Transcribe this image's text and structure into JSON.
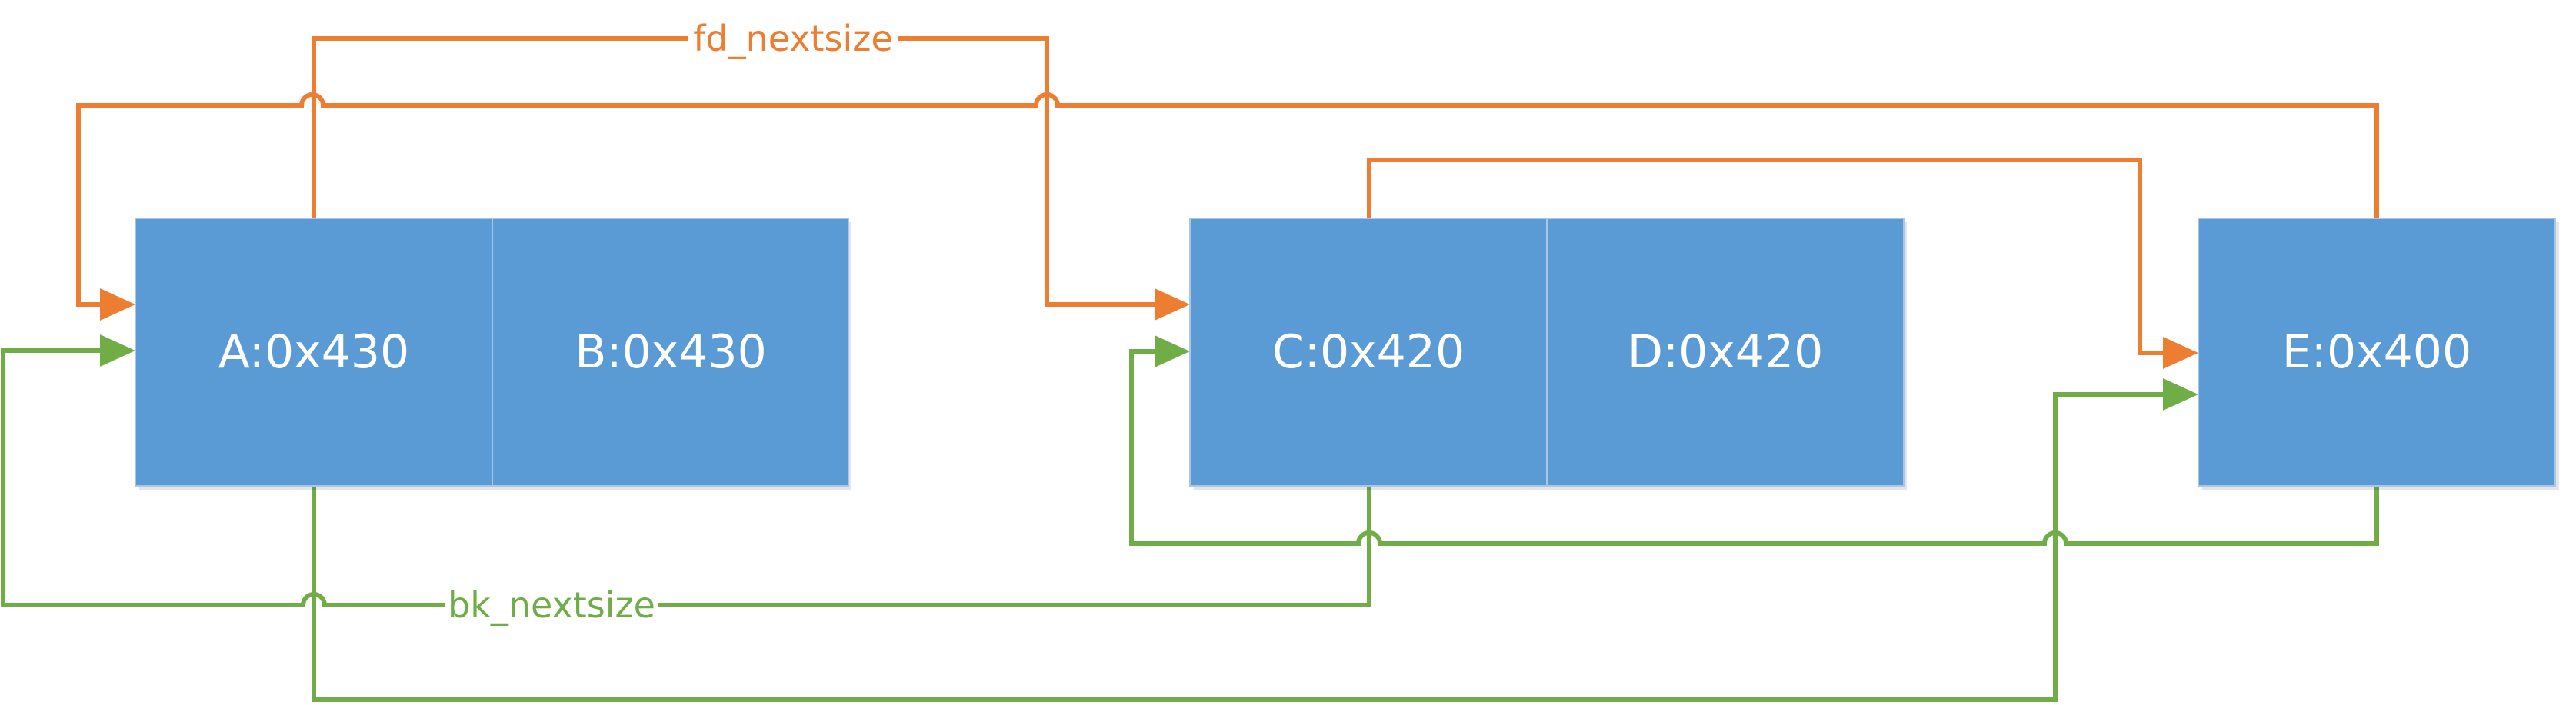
{
  "chunks": [
    {
      "id": "A",
      "label": "A:0x430"
    },
    {
      "id": "B",
      "label": "B:0x430"
    },
    {
      "id": "C",
      "label": "C:0x420"
    },
    {
      "id": "D",
      "label": "D:0x420"
    },
    {
      "id": "E",
      "label": "E:0x400"
    }
  ],
  "pointers": {
    "fd_label": "fd_nextsize",
    "bk_label": "bk_nextsize"
  },
  "colors": {
    "chunk_fill": "#5b9bd5",
    "fd_nextsize": "#ed7d31",
    "bk_nextsize": "#70ad47"
  },
  "links": [
    {
      "kind": "fd_nextsize",
      "from": "A",
      "to": "C"
    },
    {
      "kind": "fd_nextsize",
      "from": "C",
      "to": "E"
    },
    {
      "kind": "fd_nextsize",
      "from": "E",
      "to": "A"
    },
    {
      "kind": "bk_nextsize",
      "from": "A",
      "to": "E"
    },
    {
      "kind": "bk_nextsize",
      "from": "E",
      "to": "C"
    },
    {
      "kind": "bk_nextsize",
      "from": "C",
      "to": "A"
    }
  ]
}
